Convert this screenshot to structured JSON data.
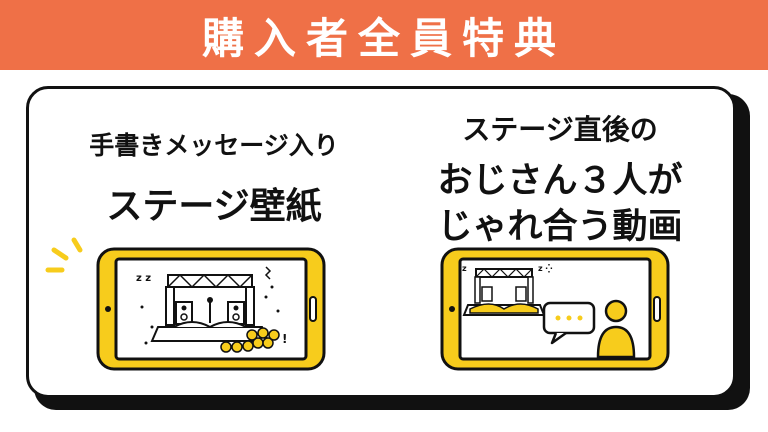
{
  "banner": {
    "title": "購入者全員特典"
  },
  "left": {
    "subtitle": "手書きメッセージ入り",
    "title": "ステージ壁紙"
  },
  "right": {
    "line1": "ステージ直後の",
    "line2": "おじさん３人が",
    "line3": "じゃれ合う動画"
  },
  "colors": {
    "banner": "#ef7047",
    "phone_yellow": "#f7cc1c",
    "outline": "#111111"
  },
  "icons": {
    "left_phone": "phone-wallpaper-icon",
    "right_phone": "phone-video-icon",
    "burst": "sparkle-burst-icon",
    "speech": "speech-bubble-icon",
    "person": "person-icon"
  }
}
